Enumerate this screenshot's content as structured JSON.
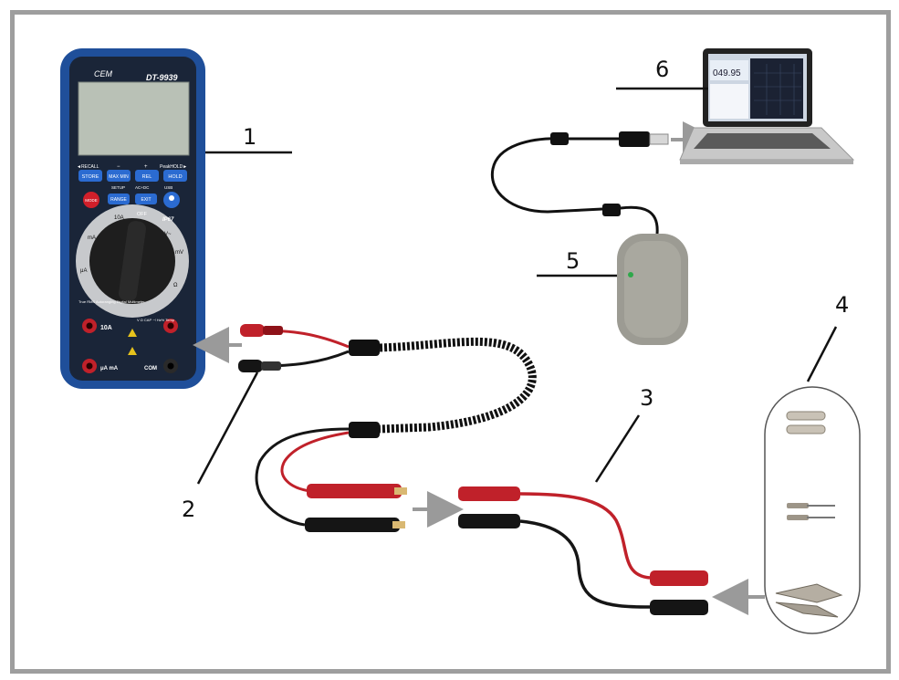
{
  "callouts": {
    "n1": "1",
    "n2": "2",
    "n3": "3",
    "n4": "4",
    "n5": "5",
    "n6": "6"
  },
  "meter": {
    "brand": "CEM",
    "model": "DT-9939",
    "row_labels": {
      "recall": "◄RECALL",
      "minus": "−",
      "plus": "+",
      "peak": "PeakHOLD►",
      "setup": "SETUP",
      "acdc": "AC+DC",
      "usb": "USB"
    },
    "buttons": {
      "store": "STORE",
      "maxmin": "MAX MIN",
      "rel": "REL",
      "hold": "HOLD",
      "mode": "MODE",
      "range": "RANGE",
      "exit": "EXIT"
    },
    "dial": {
      "off": "OFF",
      "ip": "IP67",
      "a10": "10A",
      "ma": "mA",
      "ua": "μA",
      "v": "V~",
      "mv": "mV",
      "ohm": "Ω"
    },
    "desc": "True RMS Autoranging Digital Multimeter",
    "jacks": {
      "a10": "10A",
      "uama": "μA mA",
      "com": "COM",
      "vcap": "V Ω CAP ⊣ Hz% Temp"
    }
  },
  "laptop_readout": "049.95",
  "colors": {
    "meter_blue": "#1f4f9a",
    "meter_dark": "#1a2538",
    "probe_red": "#c0212a",
    "cable_black": "#151515",
    "frame": "#9e9e9e",
    "arrow": "#9a9a9a",
    "adapter": "#9c9b93"
  }
}
